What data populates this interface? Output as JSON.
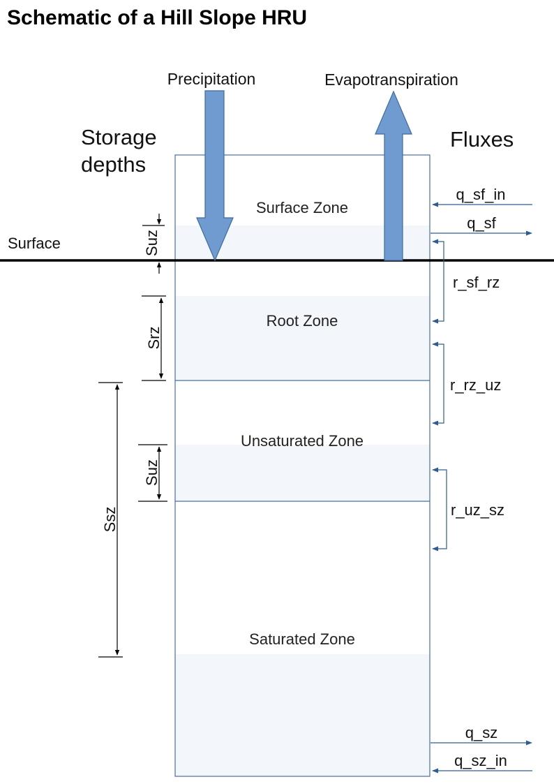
{
  "title": "Schematic of a Hill Slope HRU",
  "inputs": {
    "precipitation": "Precipitation",
    "evapotranspiration": "Evapotranspiration"
  },
  "headers": {
    "storage_line1": "Storage",
    "storage_line2": "depths",
    "fluxes": "Fluxes"
  },
  "surface_label": "Surface",
  "zones": {
    "surface": "Surface Zone",
    "root": "Root Zone",
    "unsaturated": "Unsaturated Zone",
    "saturated": "Saturated Zone"
  },
  "storage_dims": {
    "suz_top": "Suz",
    "srz": "Srz",
    "ssz": "Ssz",
    "suz_mid": "Suz"
  },
  "fluxes": {
    "q_sf_in": "q_sf_in",
    "q_sf": "q_sf",
    "r_sf_rz": "r_sf_rz",
    "r_rz_uz": "r_rz_uz",
    "r_uz_sz": "r_uz_sz",
    "q_sz": "q_sz",
    "q_sz_in": "q_sz_in"
  },
  "colors": {
    "arrow_fill": "#6f9bd0",
    "arrow_stroke": "#3e6aa1",
    "zone_shade": "#f3f6fb",
    "box_border": "#4a6f9c",
    "flux_line": "#2f5d93"
  }
}
